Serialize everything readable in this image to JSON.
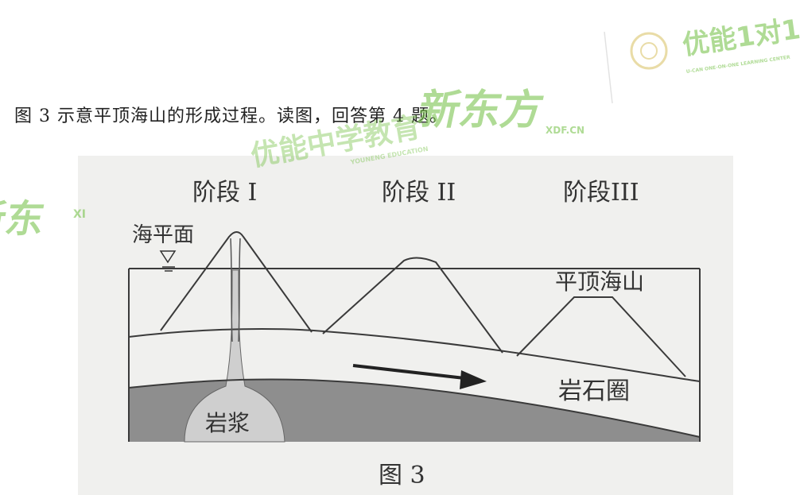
{
  "intro_text": "图 3 示意平顶海山的形成过程。读图，回答第 4 题。",
  "diagram": {
    "stage_1": "阶段 I",
    "stage_2": "阶段 II",
    "stage_3": "阶段III",
    "sea_level": "海平面",
    "guyot": "平顶海山",
    "lithosphere": "岩石圈",
    "magma": "岩浆",
    "caption": "图 3"
  },
  "watermarks": {
    "brand_1": "新东方",
    "brand_1_sub": "XDF.CN",
    "brand_2": "优能中学教育",
    "brand_2_sub": "YOUNENG EDUCATION",
    "brand_3": "优能1对1",
    "brand_3_sub": "U-CAN ONE-ON-ONE LEARNING CENTER",
    "brand_left": "新东",
    "brand_left_sub": "XI"
  },
  "colors": {
    "asthenosphere": "#8e8e8e",
    "magma": "#cfcfcf",
    "line": "#3a3a3a",
    "watermark": "#6fbf3f"
  }
}
